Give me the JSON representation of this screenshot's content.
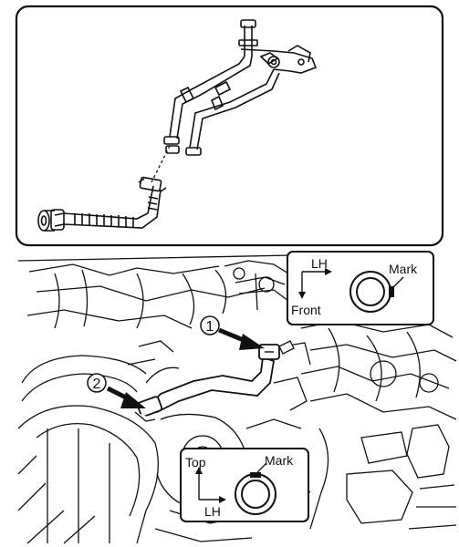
{
  "callouts": [
    {
      "number": "1"
    },
    {
      "number": "2"
    }
  ],
  "inset_front": {
    "axis_up_label": "LH",
    "axis_side_label": "Front",
    "mark_label": "Mark"
  },
  "inset_top": {
    "axis_up_label": "Top",
    "axis_side_label": "LH",
    "mark_label": "Mark"
  }
}
